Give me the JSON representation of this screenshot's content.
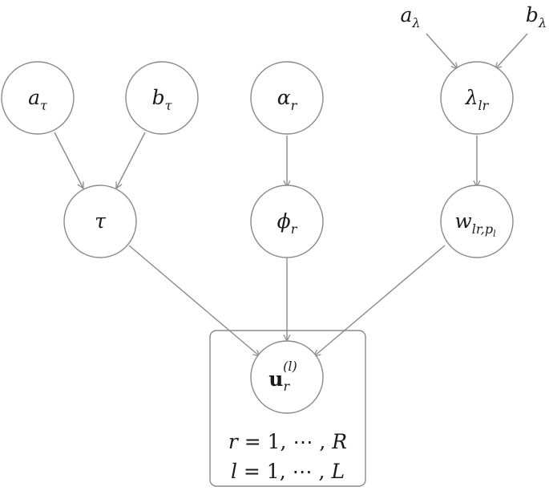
{
  "nodes": {
    "a_tau": {
      "base": "a",
      "sub": "τ"
    },
    "b_tau": {
      "base": "b",
      "sub": "τ"
    },
    "alpha_r": {
      "base": "α",
      "sub": "r"
    },
    "lambda_lr": {
      "base": "λ",
      "sub": "lr"
    },
    "tau": {
      "base": "τ"
    },
    "phi_r": {
      "base": "ϕ",
      "sub": "r"
    },
    "w": {
      "base": "w",
      "sub": "lr,",
      "subsub": "p",
      "subsubsub": "l"
    },
    "u": {
      "base": "u",
      "sub": "r",
      "sup": "(l)"
    }
  },
  "hyper": {
    "a_lambda": {
      "base": "a",
      "sub": "λ"
    },
    "b_lambda": {
      "base": "b",
      "sub": "λ"
    }
  },
  "plate": {
    "line1": {
      "var": "r",
      "eq": " = 1, ⋯ , ",
      "end": "R"
    },
    "line2": {
      "var": "l",
      "eq": " = 1, ⋯ , ",
      "end": "L"
    }
  }
}
